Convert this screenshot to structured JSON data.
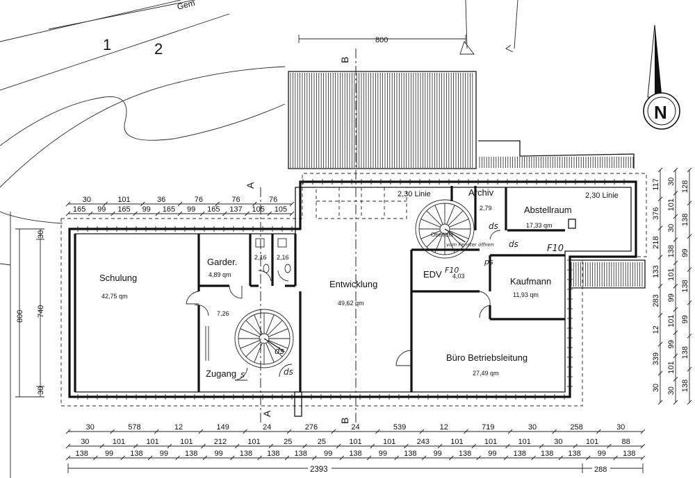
{
  "street": {
    "label": "Gem"
  },
  "north_arrow": {
    "label": "N"
  },
  "section_marks": {
    "a_top": "A",
    "a_bottom": "A",
    "b_top": "B",
    "b_bottom": "B"
  },
  "top_dim": {
    "value": "800"
  },
  "linie": {
    "left": "2,30 Linie",
    "right": "2,30 Linie"
  },
  "rooms": {
    "schulung": {
      "name": "Schulung",
      "area": "42,75 qm"
    },
    "garder": {
      "name": "Garder.",
      "area": "4,89 qm"
    },
    "wc1": {
      "area": "2,16"
    },
    "wc2": {
      "area": "2,16"
    },
    "flur": {
      "area": "7,26"
    },
    "zugang": {
      "name": "Zugang",
      "suffix": "s"
    },
    "entwicklung": {
      "name": "Entwicklung",
      "area": "49,62 qm"
    },
    "archiv": {
      "name": "Archiv",
      "area": "2,79"
    },
    "abstellraum": {
      "name": "Abstellraum",
      "area": "17,33 qm"
    },
    "oberlicht": {
      "name": "Oberlicht"
    },
    "edv": {
      "name": "EDV",
      "area": "4,03"
    },
    "kaufmann": {
      "name": "Kaufmann",
      "area": "11,93 qm"
    },
    "buero": {
      "name": "Büro Betriebsleitung",
      "area": "27,49 qm"
    }
  },
  "handwritten": {
    "f10a": "F10",
    "f10b": "F10",
    "ds1": "ds",
    "ds2": "ds",
    "ds3": "ds",
    "ds4": "ds",
    "ps": "ps",
    "note": "vom Fenster öffnen"
  },
  "dims_top_row1": [
    "30",
    "101",
    "36",
    "76",
    "76",
    "76"
  ],
  "dims_top_row2": [
    "165",
    "99",
    "165",
    "99",
    "165",
    "99",
    "165",
    "137",
    "105",
    "105"
  ],
  "dims_left": {
    "outer": "800",
    "inner": "740",
    "top": "30",
    "bottom": "30"
  },
  "dims_bottom_row1": [
    "30",
    "578",
    "12",
    "149",
    "24",
    "276",
    "24",
    "539",
    "12",
    "719",
    "30",
    "258",
    "30"
  ],
  "dims_bottom_row2": [
    "30",
    "101",
    "101",
    "101",
    "212",
    "101",
    "25",
    "25",
    "101",
    "101",
    "243",
    "101",
    "101",
    "101",
    "30",
    "101",
    "88"
  ],
  "dims_bottom_row3": [
    "138",
    "99",
    "138",
    "99",
    "138",
    "99",
    "138",
    "138",
    "138",
    "99",
    "138",
    "99",
    "138",
    "99",
    "138",
    "99",
    "138",
    "138",
    "138",
    "99",
    "138"
  ],
  "dims_bottom_total": {
    "total": "2393",
    "right": "288"
  },
  "dims_right_row1": [
    "117",
    "376",
    "218",
    "133",
    "283",
    "12",
    "339",
    "30"
  ],
  "dims_right_row2": [
    "30",
    "101",
    "30",
    "138",
    "101",
    "99",
    "101",
    "99",
    "101",
    "30"
  ],
  "dims_right_row3": [
    "128",
    "138",
    "99",
    "138",
    "99",
    "138",
    "138"
  ]
}
